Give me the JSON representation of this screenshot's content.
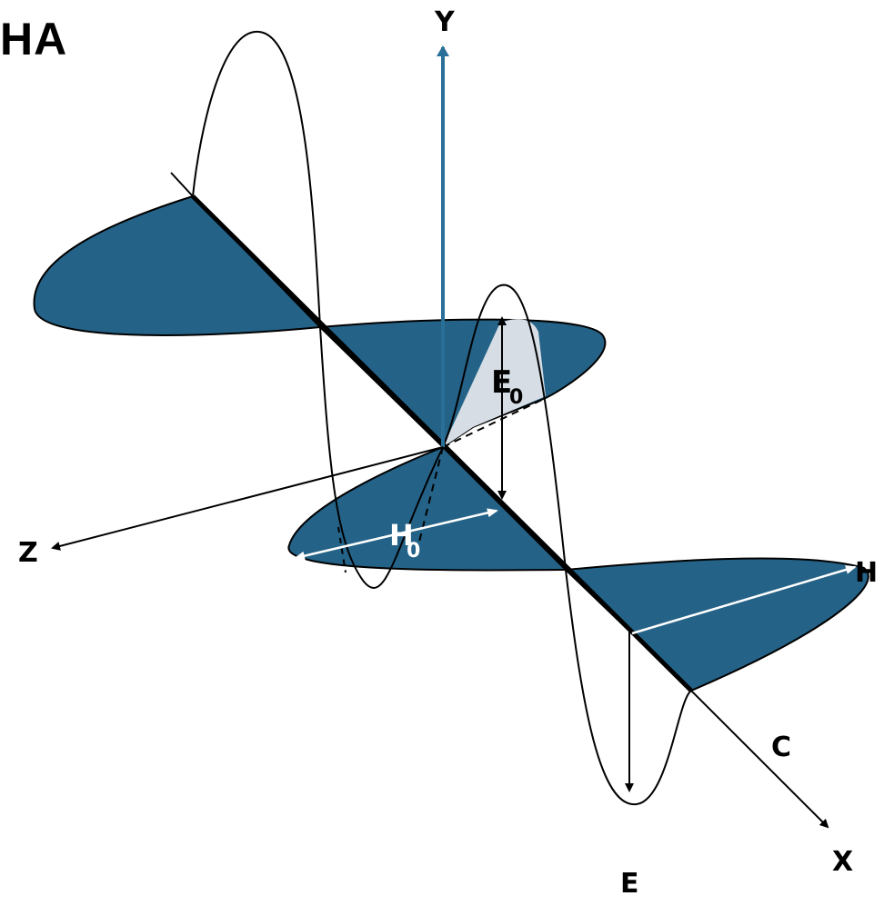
{
  "title": "НА",
  "colors": {
    "fill": "#246287",
    "axis_y": "#2a6f97",
    "stroke": "#000000",
    "highlight": "#d6dde4",
    "white": "#ffffff"
  },
  "labels": {
    "y_axis": "Y",
    "z_axis": "Z",
    "x_axis": "X",
    "e_amplitude_main": "E",
    "e_amplitude_sub": "0",
    "h_amplitude_main": "H",
    "h_amplitude_sub": "0",
    "h_wave": "H",
    "e_wave": "E",
    "velocity": "C"
  }
}
